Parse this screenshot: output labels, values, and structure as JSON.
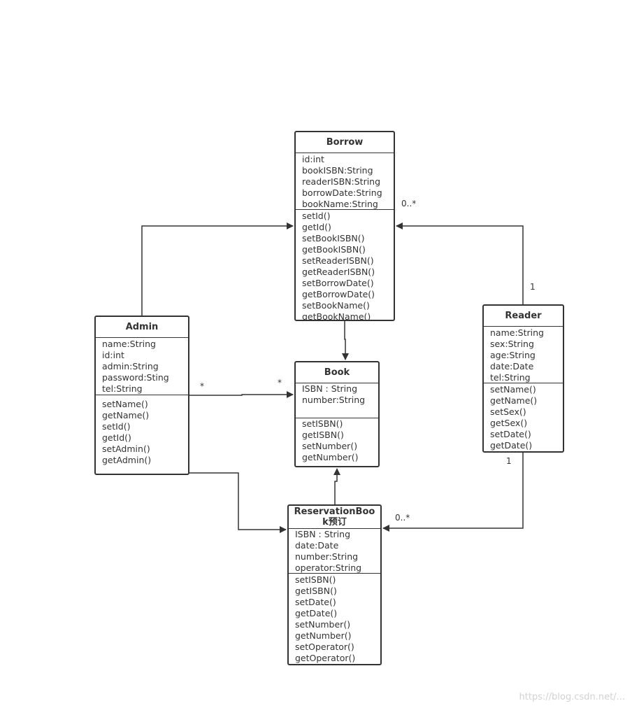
{
  "classes": {
    "borrow": {
      "name": "Borrow",
      "attributes": [
        "id:int",
        "bookISBN:String",
        "readerISBN:String",
        "borrowDate:String",
        "bookName:String"
      ],
      "methods": [
        "setId()",
        "getId()",
        "setBookISBN()",
        "getBookISBN()",
        "setReaderISBN()",
        "getReaderISBN()",
        "setBorrowDate()",
        "getBorrowDate()",
        "setBookName()",
        "getBookName()"
      ]
    },
    "admin": {
      "name": "Admin",
      "attributes": [
        "name:String",
        "id:int",
        "admin:String",
        "password:Sting",
        "tel:String"
      ],
      "methods": [
        "setName()",
        "getName()",
        "setId()",
        "getId()",
        "setAdmin()",
        "getAdmin()"
      ]
    },
    "book": {
      "name": "Book",
      "attributes": [
        "ISBN : String",
        "number:String"
      ],
      "methods": [
        "setISBN()",
        "getISBN()",
        "setNumber()",
        "getNumber()"
      ]
    },
    "reader": {
      "name": "Reader",
      "attributes": [
        "name:String",
        "sex:String",
        "age:String",
        "date:Date",
        "tel:String"
      ],
      "methods": [
        "setName()",
        "getName()",
        "setSex()",
        "getSex()",
        "setDate()",
        "getDate()"
      ]
    },
    "reservation": {
      "name": "ReservationBook预订",
      "attributes": [
        "ISBN : String",
        "date:Date",
        "number:String",
        "operator:String"
      ],
      "methods": [
        "setISBN()",
        "getISBN()",
        "setDate()",
        "getDate()",
        "setNumber()",
        "getNumber()",
        "setOperator()",
        "getOperator()"
      ]
    }
  },
  "multiplicities": {
    "borrow_reader_end": "0..*",
    "reader_borrow_end": "1",
    "admin_book_start": "*",
    "admin_book_end": "*",
    "reader_reservation_start": "1",
    "reader_reservation_end": "0..*"
  },
  "watermark": "https://blog.csdn.net/...",
  "colors": {
    "line": "#333333",
    "background": "#ffffff",
    "watermark": "#d2d2d2"
  }
}
